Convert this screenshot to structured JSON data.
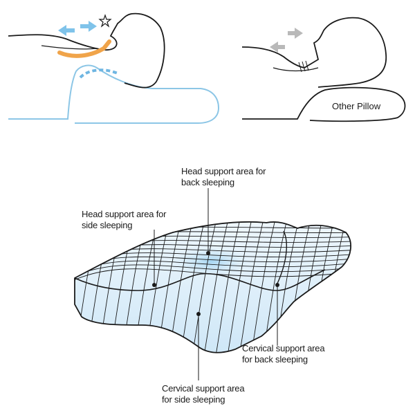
{
  "other_pillow_label": "Other Pillow",
  "callouts": {
    "head_back": [
      "Head support area for",
      "back sleeping"
    ],
    "head_side": [
      "Head support area for",
      "side sleeping"
    ],
    "cervical_back": [
      "Cervical support area",
      "for back sleeping"
    ],
    "cervical_side": [
      "Cervical support area",
      "for side sleeping"
    ]
  },
  "colors": {
    "line": "#1a1a1a",
    "outline_blue": "#8cc6e6",
    "arrow_blue": "#7fc3ea",
    "arrow_orange": "#f0a44a",
    "arrow_gray": "#b9b9b9",
    "pillow_fill": "#dbeefa"
  },
  "icons": [
    "strain-star-icon",
    "double-arrow-icon"
  ]
}
